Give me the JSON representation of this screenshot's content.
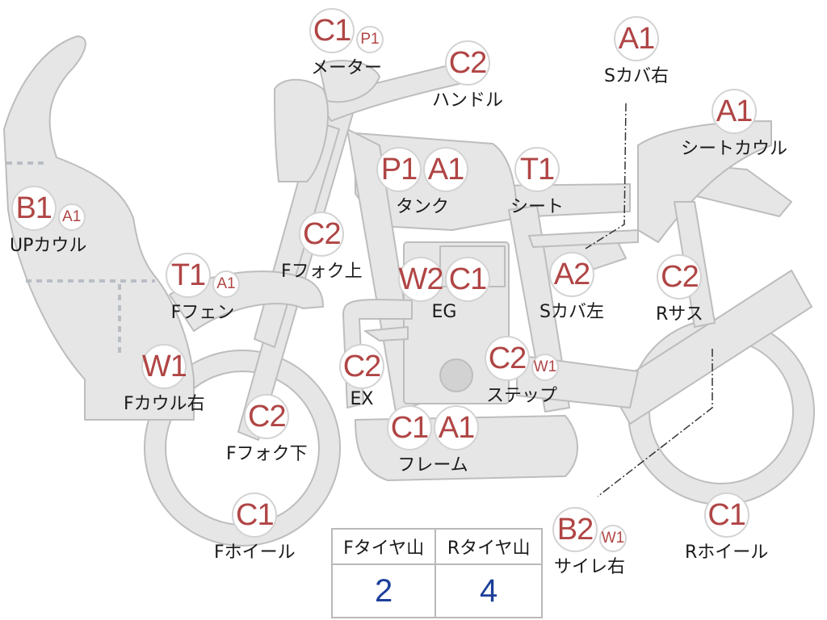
{
  "colors": {
    "grade": "#b04545",
    "body": "#e6e6e6",
    "outline": "#bdbdbd",
    "value": "#1c3f99"
  },
  "parts": [
    {
      "id": "meter",
      "grades": [
        "C1",
        "P1"
      ],
      "label": "メーター"
    },
    {
      "id": "handle",
      "grades": [
        "C2"
      ],
      "label": "ハンドル"
    },
    {
      "id": "s-cover-right",
      "grades": [
        "A1"
      ],
      "label": "Sカバ右"
    },
    {
      "id": "seat-cowl",
      "grades": [
        "A1"
      ],
      "label": "シートカウル"
    },
    {
      "id": "up-cowl",
      "grades": [
        "B1",
        "A1"
      ],
      "label": "UPカウル"
    },
    {
      "id": "tank",
      "grades": [
        "P1",
        "A1"
      ],
      "label": "タンク"
    },
    {
      "id": "seat",
      "grades": [
        "T1"
      ],
      "label": "シート"
    },
    {
      "id": "f-fork-upper",
      "grades": [
        "C2"
      ],
      "label": "Fフォク上"
    },
    {
      "id": "f-fender",
      "grades": [
        "T1",
        "A1"
      ],
      "label": "Fフェン"
    },
    {
      "id": "engine",
      "grades": [
        "W2",
        "C1"
      ],
      "label": "EG"
    },
    {
      "id": "s-cover-left",
      "grades": [
        "A2"
      ],
      "label": "Sカバ左"
    },
    {
      "id": "r-suspension",
      "grades": [
        "C2"
      ],
      "label": "Rサス"
    },
    {
      "id": "f-cowl-right",
      "grades": [
        "W1"
      ],
      "label": "Fカウル右"
    },
    {
      "id": "exhaust",
      "grades": [
        "C2"
      ],
      "label": "EX"
    },
    {
      "id": "step",
      "grades": [
        "C2",
        "W1"
      ],
      "label": "ステップ"
    },
    {
      "id": "f-fork-lower",
      "grades": [
        "C2"
      ],
      "label": "Fフォク下"
    },
    {
      "id": "frame",
      "grades": [
        "C1",
        "A1"
      ],
      "label": "フレーム"
    },
    {
      "id": "f-wheel",
      "grades": [
        "C1"
      ],
      "label": "Fホイール"
    },
    {
      "id": "silencer-right",
      "grades": [
        "B2",
        "W1"
      ],
      "label": "サイレ右"
    },
    {
      "id": "r-wheel",
      "grades": [
        "C1"
      ],
      "label": "Rホイール"
    }
  ],
  "tire_table": {
    "headers": [
      "Fタイヤ山",
      "Rタイヤ山"
    ],
    "values": [
      "2",
      "4"
    ]
  }
}
